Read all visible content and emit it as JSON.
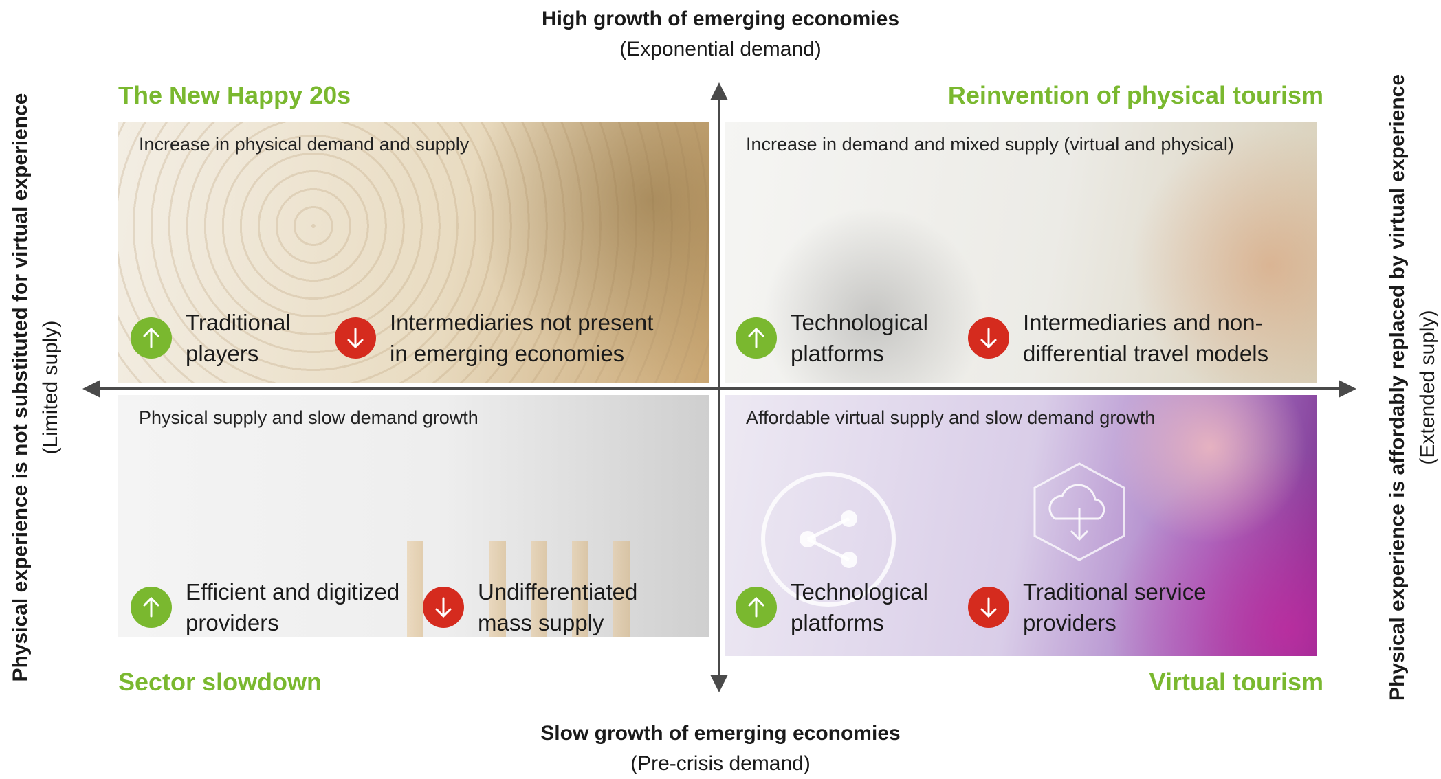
{
  "axes": {
    "top": {
      "title": "High growth of emerging economies",
      "subtitle": "(Exponential demand)"
    },
    "bottom": {
      "title": "Slow growth of emerging economies",
      "subtitle": "(Pre-crisis demand)"
    },
    "left": {
      "title": "Physical experience is not substituted for virtual experience",
      "subtitle": "(Limited suply)"
    },
    "right": {
      "title": "Physical experience is affordably replaced by virtual experience",
      "subtitle": "(Extended suply)"
    }
  },
  "colors": {
    "accent_green": "#7ab82f",
    "up_green": "#7ab82f",
    "down_red": "#d52b1e",
    "axis_gray": "#4a4a4a"
  },
  "quadrants": {
    "top_left": {
      "title": "The New Happy 20s",
      "caption": "Increase in physical demand and supply",
      "up_label": [
        "Traditional",
        "players"
      ],
      "down_label": [
        "Intermediaries not present",
        "in emerging economies"
      ]
    },
    "top_right": {
      "title": "Reinvention of physical tourism",
      "caption": "Increase in demand and mixed supply (virtual and physical)",
      "up_label": [
        "Technological",
        "platforms"
      ],
      "down_label": [
        "Intermediaries and non-",
        "differential travel models"
      ]
    },
    "bottom_left": {
      "title": "Sector slowdown",
      "caption": "Physical supply and slow demand growth",
      "up_label": [
        "Efficient and digitized",
        "providers"
      ],
      "down_label": [
        "Undifferentiated",
        "mass supply"
      ]
    },
    "bottom_right": {
      "title": "Virtual tourism",
      "caption": "Affordable virtual supply and slow demand growth",
      "up_label": [
        "Technological",
        "platforms"
      ],
      "down_label": [
        "Traditional service",
        "providers"
      ]
    }
  },
  "icons": {
    "up": "arrow-up-icon",
    "down": "arrow-down-icon"
  }
}
